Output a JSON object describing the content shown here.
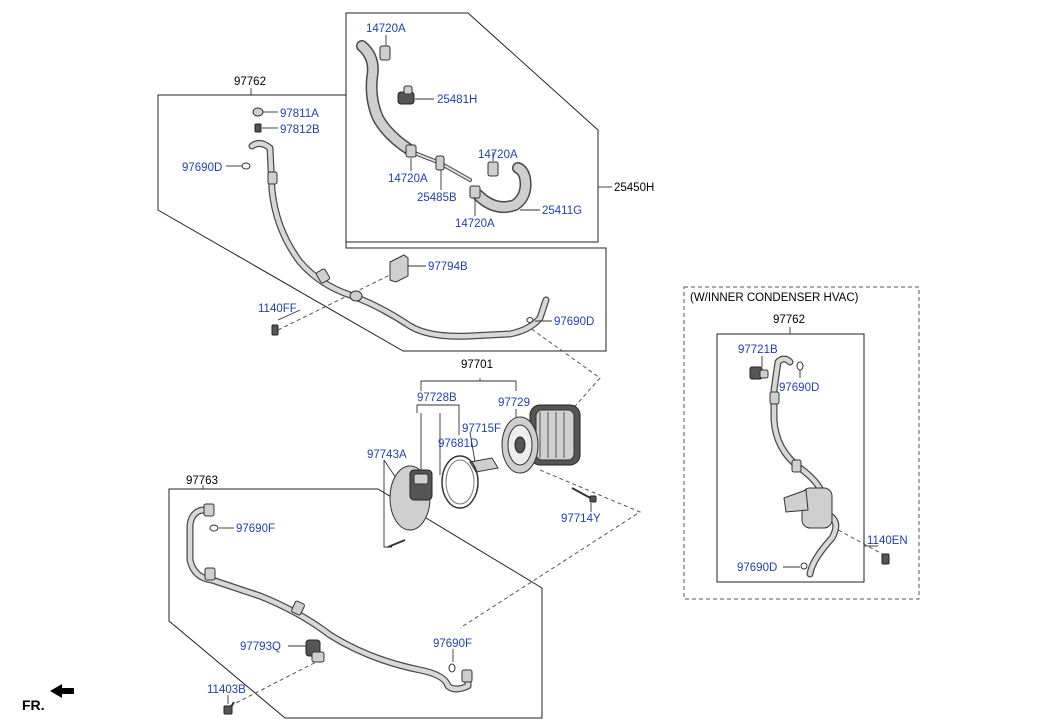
{
  "labels": {
    "p97762_top": "97762",
    "p97811A": "97811A",
    "p97812B": "97812B",
    "p97690D_a": "97690D",
    "p14720A_a": "14720A",
    "p25481H": "25481H",
    "p14720A_b": "14720A",
    "p14720A_c": "14720A",
    "p25485B": "25485B",
    "p14720A_d": "14720A",
    "p25411G": "25411G",
    "p25450H": "25450H",
    "p97794B": "97794B",
    "p1140FF": "1140FF",
    "p97690D_b": "97690D",
    "p97701": "97701",
    "p97728B": "97728B",
    "p97729": "97729",
    "p97715F": "97715F",
    "p97681D": "97681D",
    "p97743A": "97743A",
    "p97714Y": "97714Y",
    "p97763": "97763",
    "p97690F_a": "97690F",
    "p97793Q": "97793Q",
    "p97690F_b": "97690F",
    "p11403B": "11403B",
    "w_inner_title": "(W/INNER CONDENSER HVAC)",
    "p97762_right": "97762",
    "p97721B": "97721B",
    "p97690D_c": "97690D",
    "p1140EN": "1140EN",
    "p97690D_d": "97690D",
    "fr": "FR."
  },
  "colors": {
    "label_blue": "#1f3fb4",
    "line": "#222222",
    "part_fill": "#cfcfcf"
  }
}
